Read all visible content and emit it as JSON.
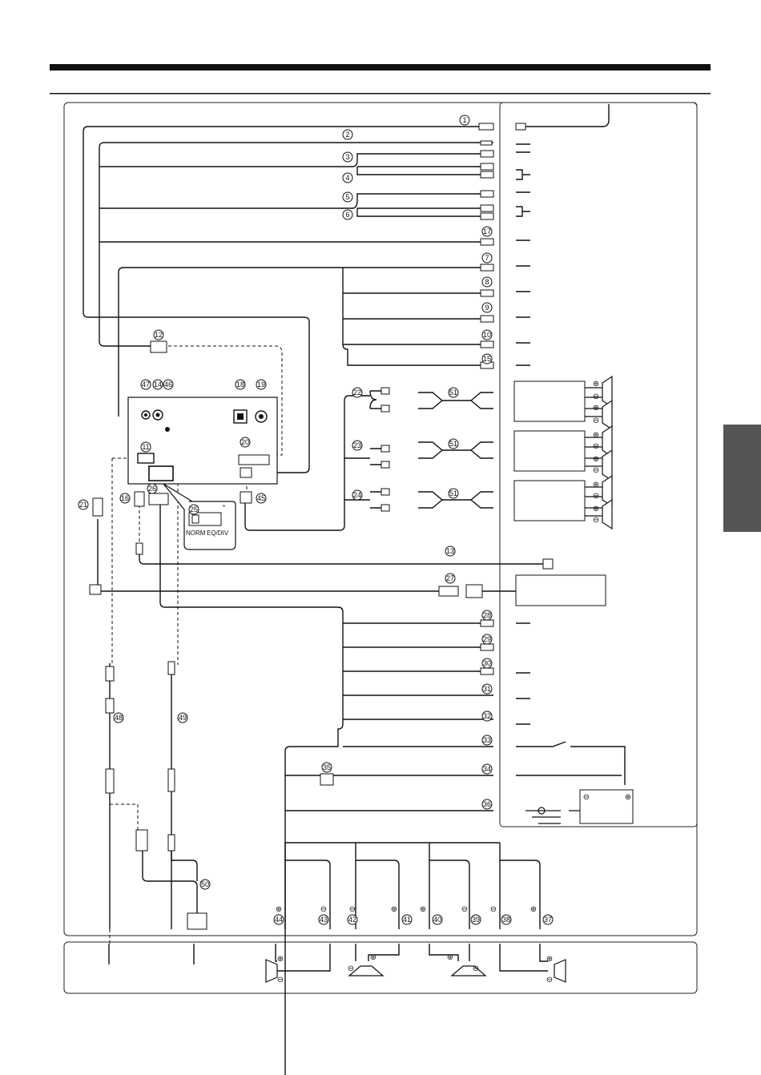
{
  "callouts": {
    "c1": "1",
    "c2": "2",
    "c3": "3",
    "c4": "4",
    "c5": "5",
    "c6": "6",
    "c7": "7",
    "c8": "8",
    "c9": "9",
    "c10": "10",
    "c11": "11",
    "c12": "12",
    "c13": "13",
    "c14": "14",
    "c15": "15",
    "c16": "16",
    "c17": "17",
    "c18": "18",
    "c19": "19",
    "c20": "20",
    "c21": "21",
    "c22": "22",
    "c23": "23",
    "c24": "24",
    "c25": "25",
    "c26": "26",
    "c27": "27",
    "c28": "28",
    "c29": "29",
    "c30": "30",
    "c31": "31",
    "c32": "32",
    "c33": "33",
    "c34": "34",
    "c35": "35",
    "c36": "36",
    "c37": "37",
    "c38": "38",
    "c39": "39",
    "c40": "40",
    "c41": "41",
    "c42": "42",
    "c43": "43",
    "c44": "44",
    "c45": "45",
    "c46": "46",
    "c47": "47",
    "c48": "48",
    "c49": "49",
    "c50": "50",
    "c51": "51"
  },
  "switch": {
    "asterisk": "*",
    "norm": "NORM",
    "eqdiv": "EQ/DIV"
  },
  "symbols": {
    "plus": "⊕",
    "minus": "⊖"
  },
  "colors": {
    "line": "#111111",
    "frame": "#222222",
    "side_tab": "#555555"
  }
}
